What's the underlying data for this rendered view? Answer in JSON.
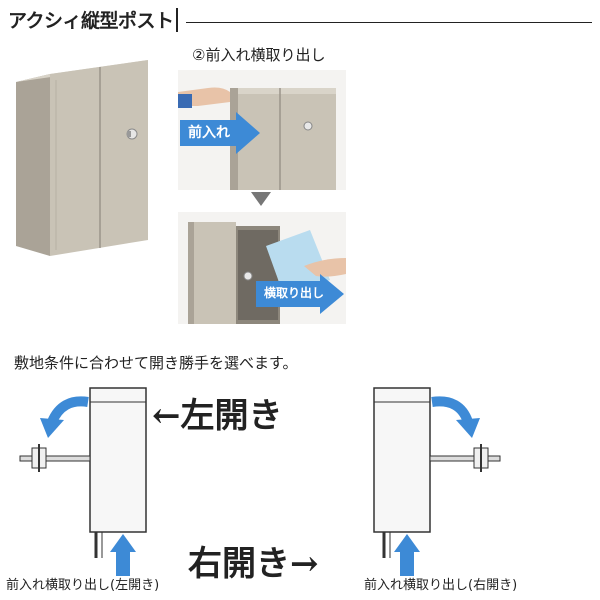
{
  "title": "アクシィ縦型ポスト",
  "subtitle": "②前入れ横取り出し",
  "photo_top": {
    "arrow_label": "前入れ"
  },
  "photo_bottom": {
    "arrow_label": "横取り出し"
  },
  "note": "敷地条件に合わせて開き勝手を選べます。",
  "left_open": {
    "label": "←左開き",
    "caption": "前入れ横取り出し(左開き)"
  },
  "right_open": {
    "label": "右開き→",
    "caption": "前入れ横取り出し(右開き)"
  },
  "colors": {
    "panel": "#c9c3b6",
    "panel_dark": "#aaa397",
    "arrow_blue": "#3d8ad6",
    "sheet_blue": "#b9dcef"
  },
  "icons": [
    "mailbox-icon",
    "down-triangle-icon",
    "curved-arrow-icon",
    "up-arrow-icon"
  ]
}
